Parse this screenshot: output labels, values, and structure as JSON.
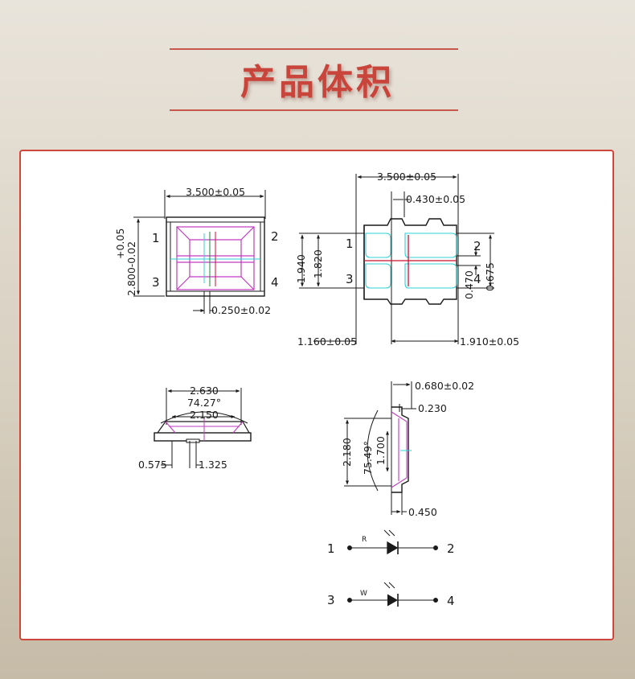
{
  "header": {
    "title": "产品体积",
    "accent_color": "#c9443a"
  },
  "top_view": {
    "width_dim": "3.500±0.05",
    "height_dim": "2.800-0.02",
    "height_tol": "+0.05",
    "pad_dim": "0.250±0.02",
    "pins": [
      "1",
      "2",
      "3",
      "4"
    ]
  },
  "bottom_view": {
    "width_dim": "3.500±0.05",
    "gap_dim": "0.430±0.05",
    "h1": "1.940",
    "h2": "1.820",
    "h3": "0.675",
    "h4": "0.470",
    "left_dim": "1.160±0.05",
    "right_dim": "1.910±0.05",
    "pins": [
      "1",
      "2",
      "3",
      "4"
    ]
  },
  "front_view": {
    "top_dim": "2.630",
    "angle": "74.27°",
    "inner_dim": "2.150",
    "left_dim": "0.575",
    "right_dim": "1.325"
  },
  "side_view": {
    "top_dim": "0.680±0.02",
    "thick_dim": "0.230",
    "height_dim": "2.180",
    "angle": "75.49°",
    "inner_dim": "1.700",
    "bottom_dim": "0.450"
  },
  "schematic": {
    "red": {
      "pin_left": "1",
      "pin_right": "2",
      "label": "R"
    },
    "white": {
      "pin_left": "3",
      "pin_right": "4",
      "label": "W"
    }
  },
  "colors": {
    "outline": "#1a1a1a",
    "magenta": "#c03ac0",
    "cyan": "#2fd0d8",
    "red_line": "#c8102e"
  }
}
